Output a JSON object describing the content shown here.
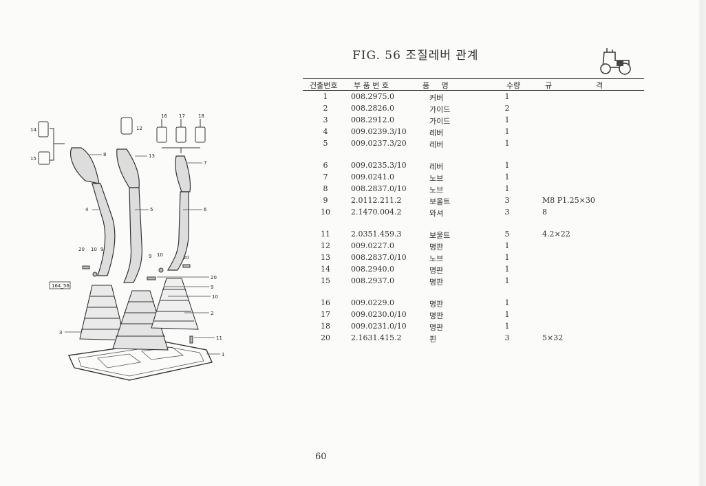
{
  "title": "FIG. 56 조질레버 관계",
  "page_number": "60",
  "table": {
    "headers": [
      "건출번호",
      "부 품 번 호",
      "품     명",
      "수량",
      "규",
      "격"
    ],
    "groups": [
      [
        {
          "no": "1",
          "part": "008.2975.0",
          "name": "커버",
          "qty": "1",
          "spec": ""
        },
        {
          "no": "2",
          "part": "008.2826.0",
          "name": "가이드",
          "qty": "2",
          "spec": ""
        },
        {
          "no": "3",
          "part": "008.2912.0",
          "name": "가이드",
          "qty": "1",
          "spec": ""
        },
        {
          "no": "4",
          "part": "009.0239.3/10",
          "name": "레버",
          "qty": "1",
          "spec": ""
        },
        {
          "no": "5",
          "part": "009.0237.3/20",
          "name": "레버",
          "qty": "1",
          "spec": ""
        }
      ],
      [
        {
          "no": "6",
          "part": "009.0235.3/10",
          "name": "레버",
          "qty": "1",
          "spec": ""
        },
        {
          "no": "7",
          "part": "009.0241.0",
          "name": "노브",
          "qty": "1",
          "spec": ""
        },
        {
          "no": "8",
          "part": "008.2837.0/10",
          "name": "노브",
          "qty": "1",
          "spec": ""
        },
        {
          "no": "9",
          "part": "2.0112.211.2",
          "name": "보울트",
          "qty": "3",
          "spec": "M8  P1.25×30"
        },
        {
          "no": "10",
          "part": "2.1470.004.2",
          "name": "와셔",
          "qty": "3",
          "spec": "8"
        }
      ],
      [
        {
          "no": "11",
          "part": "2.0351.459.3",
          "name": "보울트",
          "qty": "5",
          "spec": "4.2×22"
        },
        {
          "no": "12",
          "part": "009.0227.0",
          "name": "명판",
          "qty": "1",
          "spec": ""
        },
        {
          "no": "13",
          "part": "008.2837.0/10",
          "name": "노브",
          "qty": "1",
          "spec": ""
        },
        {
          "no": "14",
          "part": "008.2940.0",
          "name": "명판",
          "qty": "1",
          "spec": ""
        },
        {
          "no": "15",
          "part": "008.2937.0",
          "name": "명판",
          "qty": "1",
          "spec": ""
        }
      ],
      [
        {
          "no": "16",
          "part": "009.0229.0",
          "name": "명판",
          "qty": "1",
          "spec": ""
        },
        {
          "no": "17",
          "part": "009.0230.0/10",
          "name": "명판",
          "qty": "1",
          "spec": ""
        },
        {
          "no": "18",
          "part": "009.0231.0/10",
          "name": "명판",
          "qty": "1",
          "spec": ""
        },
        {
          "no": "20",
          "part": "2.1631.415.2",
          "name": "핀",
          "qty": "3",
          "spec": "5×32"
        }
      ]
    ]
  },
  "diagram": {
    "callouts": {
      "c14": "14",
      "c15": "15",
      "c8": "8",
      "c12": "12",
      "c13": "13",
      "c16": "16",
      "c17": "17",
      "c18": "18",
      "c7": "7",
      "c4": "4",
      "c5": "5",
      "c6": "6",
      "c20a": "20",
      "c10a": "10",
      "c9a": "9",
      "c9b": "9",
      "c10b": "10",
      "c20b": "20",
      "c20c": "20",
      "c9c": "9",
      "c10c": "10",
      "c2": "2",
      "c3": "3",
      "c11": "11",
      "c1": "1"
    },
    "drawing_code": "164_56"
  }
}
